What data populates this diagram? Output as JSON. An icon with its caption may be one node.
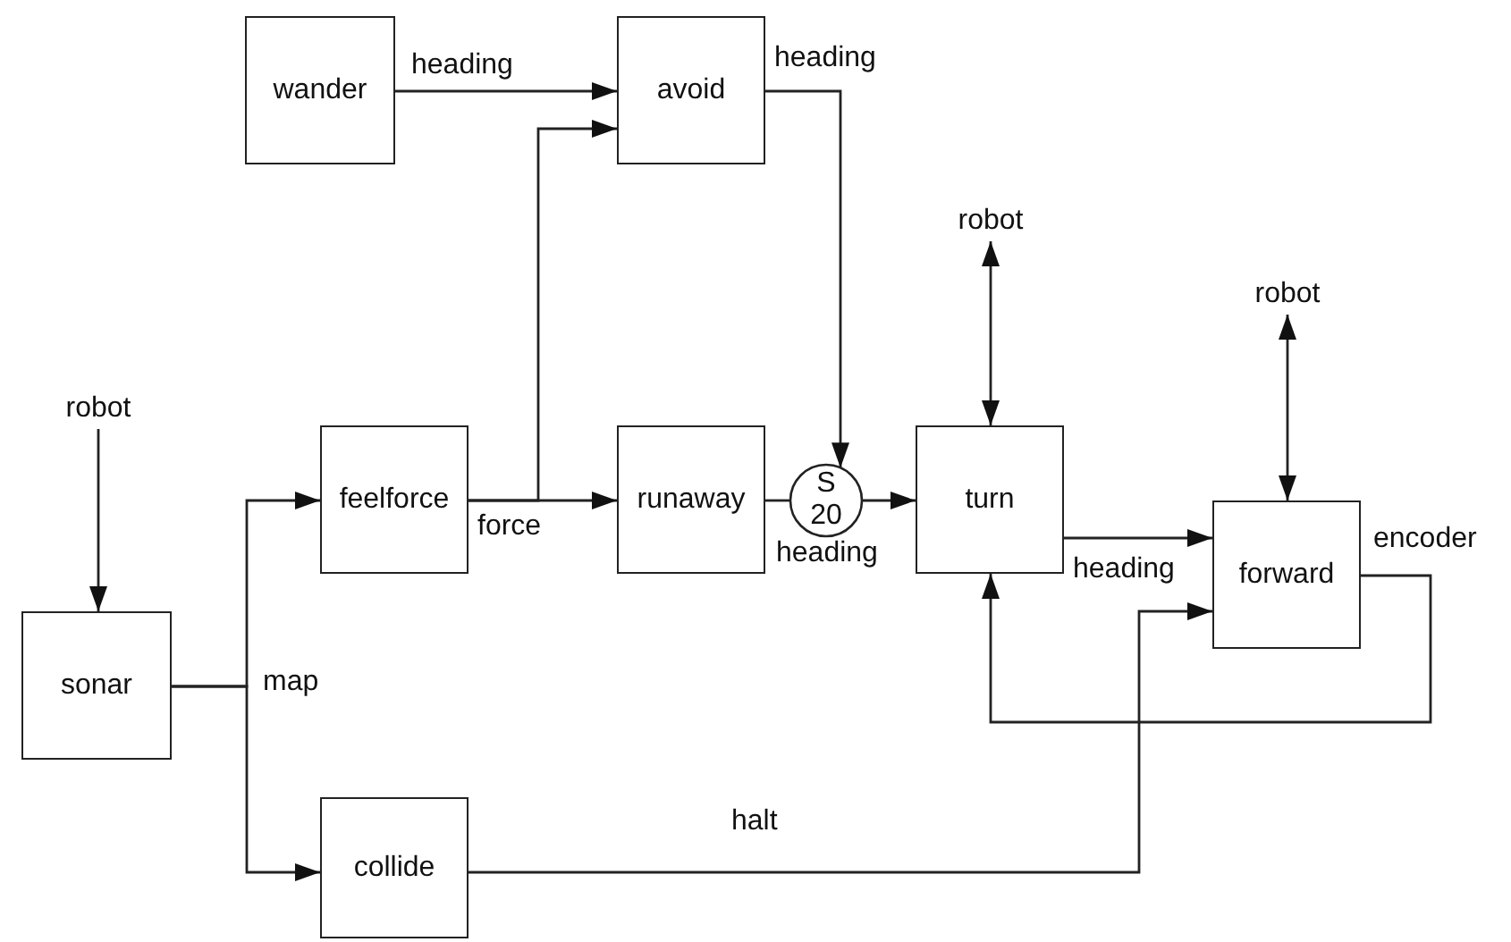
{
  "diagram": {
    "nodes": [
      {
        "text": [
          "wander"
        ]
      },
      {
        "text": [
          "avoid"
        ]
      },
      {
        "text": [
          "robot"
        ]
      },
      {
        "text": [
          "sonar"
        ]
      },
      {
        "text": [
          "feelforce"
        ]
      },
      {
        "text": [
          "runaway"
        ]
      },
      {
        "text": [
          "S",
          "20"
        ]
      },
      {
        "text": [
          "robot"
        ]
      },
      {
        "text": [
          "turn"
        ]
      },
      {
        "text": [
          "robot"
        ]
      },
      {
        "text": [
          "forward"
        ]
      },
      {
        "text": [
          "collide"
        ]
      }
    ],
    "edges": [
      {
        "from": 0,
        "to": 1,
        "arrow": "to",
        "label": "heading"
      },
      {
        "from": 4,
        "to": 1,
        "arrow": "to"
      },
      {
        "from": 4,
        "to": 5,
        "arrow": "to",
        "label": "force"
      },
      {
        "from": 1,
        "to": 6,
        "arrow": "to",
        "label": "heading"
      },
      {
        "from": 5,
        "to": 6,
        "arrow": "none",
        "label": "heading"
      },
      {
        "from": 6,
        "to": 8,
        "arrow": "to"
      },
      {
        "from": 2,
        "to": 3,
        "arrow": "to"
      },
      {
        "from": 3,
        "to": 4,
        "arrow": "to",
        "label": "map"
      },
      {
        "from": 3,
        "to": 11,
        "arrow": "to"
      },
      {
        "from": 7,
        "to": 8,
        "arrow": "both"
      },
      {
        "from": 9,
        "to": 10,
        "arrow": "both"
      },
      {
        "from": 8,
        "to": 10,
        "arrow": "to",
        "label": "heading"
      },
      {
        "from": 10,
        "to": 8,
        "arrow": "to",
        "label": "encoder"
      },
      {
        "from": 11,
        "to": 10,
        "arrow": "to",
        "label": "halt"
      }
    ]
  }
}
